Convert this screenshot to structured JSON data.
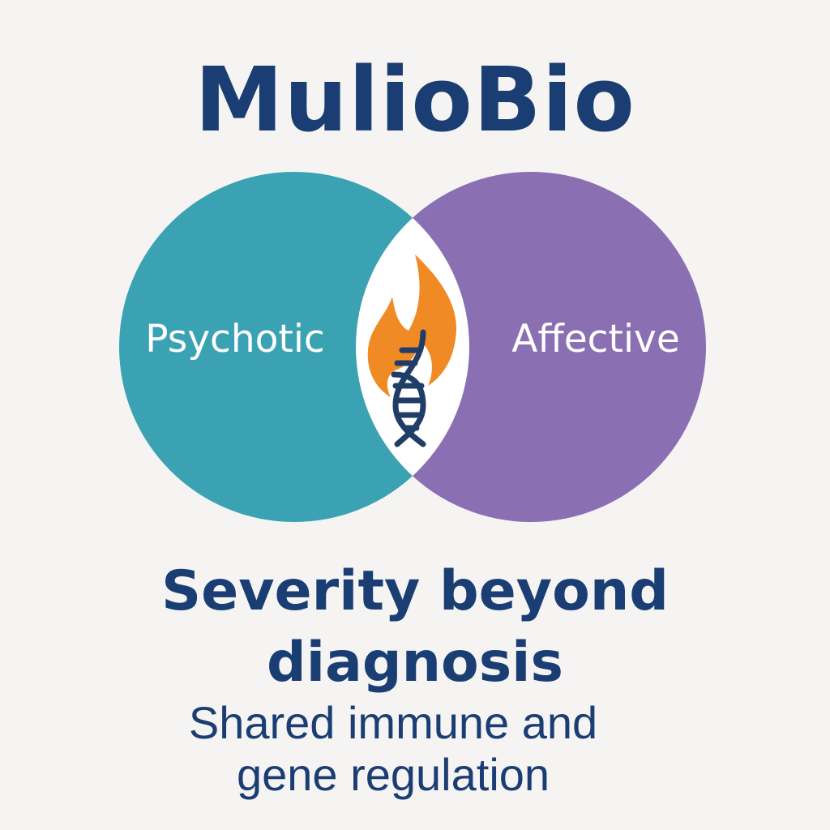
{
  "title": "MulioBio",
  "venn": {
    "left_label": "Psychotic",
    "right_label": "Affective",
    "center_icons": [
      "flame-icon",
      "dna-icon"
    ]
  },
  "tagline": {
    "line1": "Severity beyond",
    "line2": "diagnosis"
  },
  "subline": {
    "line1": "Shared immune and",
    "line2": "gene regulation"
  },
  "colors": {
    "background": "#f5f4f2",
    "title": "#1a3e73",
    "left_circle": "#3aa2b2",
    "right_circle": "#8a6fb3",
    "overlap": "#ffffff",
    "flame": "#f08a24",
    "dna": "#1f3d67"
  }
}
